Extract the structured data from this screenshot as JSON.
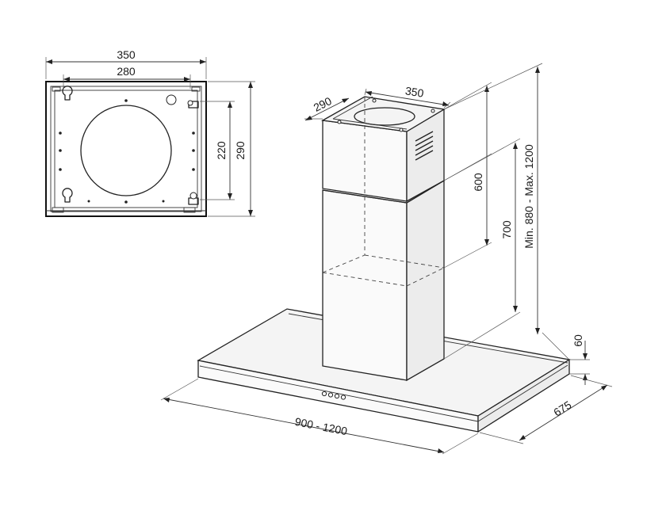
{
  "colors": {
    "line": "#222222",
    "background": "#ffffff"
  },
  "top_view": {
    "outer_width": "350",
    "inner_width": "280",
    "inner_height": "220",
    "outer_height": "290"
  },
  "chimney": {
    "depth": "290",
    "width": "350",
    "upper_height": "600",
    "lower_height": "700",
    "total_height": "Min. 880  -  Max. 1200"
  },
  "canopy": {
    "thickness": "60",
    "width": "900  -  1200",
    "depth": "675"
  }
}
